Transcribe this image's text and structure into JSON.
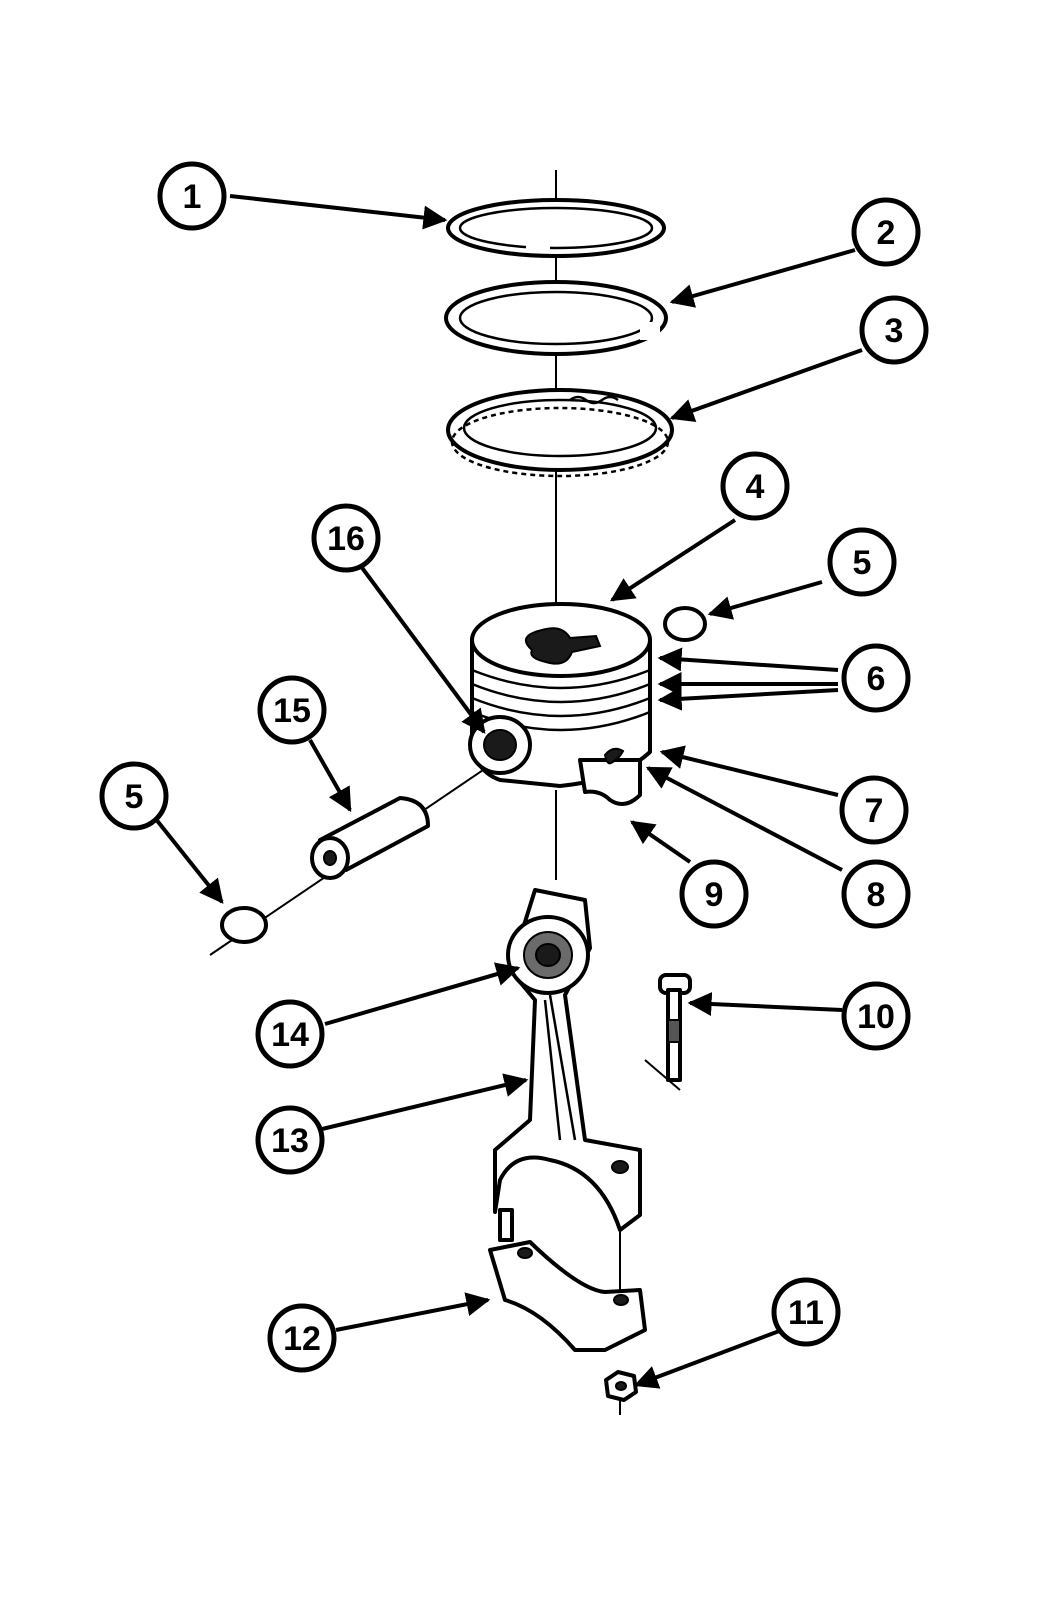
{
  "callouts": [
    {
      "id": "1",
      "label": "1"
    },
    {
      "id": "2",
      "label": "2"
    },
    {
      "id": "3",
      "label": "3"
    },
    {
      "id": "4",
      "label": "4"
    },
    {
      "id": "5a",
      "label": "5"
    },
    {
      "id": "6",
      "label": "6"
    },
    {
      "id": "7",
      "label": "7"
    },
    {
      "id": "8",
      "label": "8"
    },
    {
      "id": "9",
      "label": "9"
    },
    {
      "id": "10",
      "label": "10"
    },
    {
      "id": "11",
      "label": "11"
    },
    {
      "id": "12",
      "label": "12"
    },
    {
      "id": "13",
      "label": "13"
    },
    {
      "id": "14",
      "label": "14"
    },
    {
      "id": "15",
      "label": "15"
    },
    {
      "id": "16",
      "label": "16"
    },
    {
      "id": "5b",
      "label": "5"
    }
  ]
}
